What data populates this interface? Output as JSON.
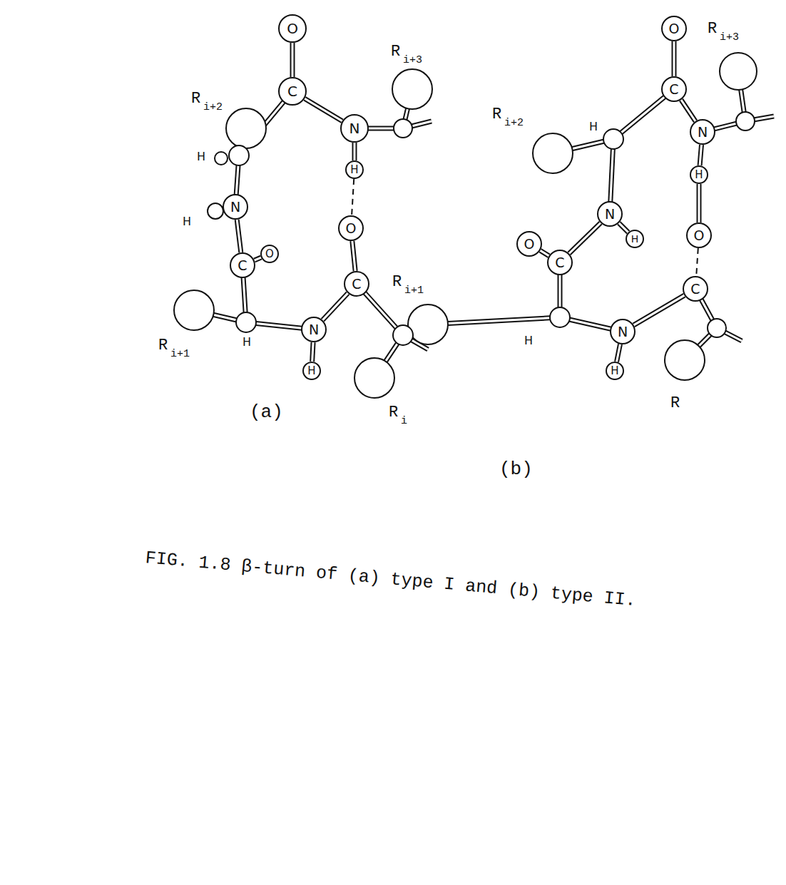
{
  "diagram": {
    "caption": "FIG. 1.8 β-turn of (a) type I and (b) type II.",
    "nodes": [
      {
        "text": [
          "O"
        ]
      },
      {
        "text": [
          "C"
        ]
      },
      {
        "text": [
          "N"
        ]
      },
      {
        "text": [
          "H"
        ]
      },
      {
        "text": [
          "O"
        ]
      },
      {
        "text": [
          "C"
        ]
      },
      {
        "text": [
          "N"
        ]
      },
      {
        "text": [
          "H"
        ]
      },
      {
        "text": [
          "N"
        ]
      },
      {
        "text": [
          "C"
        ]
      },
      {
        "text": [
          "O"
        ]
      },
      {
        "text": [
          "O"
        ]
      },
      {
        "text": [
          "C"
        ]
      },
      {
        "text": [
          "N"
        ]
      },
      {
        "text": [
          "H"
        ]
      },
      {
        "text": [
          "O"
        ]
      },
      {
        "text": [
          "C"
        ]
      },
      {
        "text": [
          "N"
        ]
      },
      {
        "text": [
          "H"
        ]
      },
      {
        "text": [
          "N"
        ]
      },
      {
        "text": [
          "H"
        ]
      },
      {
        "text": [
          "O"
        ]
      },
      {
        "text": [
          "C"
        ]
      }
    ],
    "edges": [
      {
        "from": 0,
        "to": 1,
        "arrow": "none"
      },
      {
        "from": 1,
        "to": 2,
        "arrow": "none"
      },
      {
        "from": 2,
        "to": 3,
        "arrow": "none"
      },
      {
        "from": 3,
        "to": 4,
        "arrow": "none"
      },
      {
        "from": 4,
        "to": 5,
        "arrow": "none"
      },
      {
        "from": 5,
        "to": 6,
        "arrow": "none"
      },
      {
        "from": 6,
        "to": 7,
        "arrow": "none"
      },
      {
        "from": 9,
        "to": 8,
        "arrow": "none"
      },
      {
        "from": 9,
        "to": 10,
        "arrow": "none"
      },
      {
        "from": 11,
        "to": 12,
        "arrow": "none"
      },
      {
        "from": 12,
        "to": 13,
        "arrow": "none"
      },
      {
        "from": 13,
        "to": 14,
        "arrow": "none"
      },
      {
        "from": 14,
        "to": 15,
        "arrow": "none"
      },
      {
        "from": 15,
        "to": 16,
        "arrow": "none"
      },
      {
        "from": 16,
        "to": 17,
        "arrow": "none"
      },
      {
        "from": 17,
        "to": 18,
        "arrow": "none"
      },
      {
        "from": 19,
        "to": 20,
        "arrow": "none"
      },
      {
        "from": 22,
        "to": 19,
        "arrow": "none"
      },
      {
        "from": 22,
        "to": 21,
        "arrow": "none"
      }
    ],
    "labels": [
      "R",
      "i+2",
      "R",
      "i+3",
      "R",
      "i+1",
      "R",
      "i",
      "H",
      "H",
      "H",
      "(a)",
      "R",
      "i+2",
      "R",
      "i+3",
      "R",
      "i+1",
      "R",
      "H",
      "H",
      "(b)"
    ]
  }
}
